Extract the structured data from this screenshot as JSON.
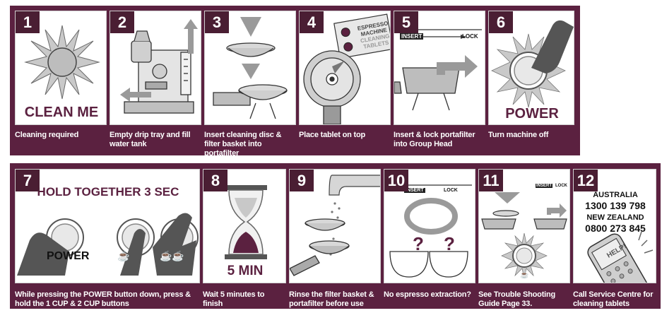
{
  "steps": [
    {
      "num": "1",
      "caption": "Cleaning required",
      "label": "CLEAN ME"
    },
    {
      "num": "2",
      "caption": "Empty drip tray and fill water tank"
    },
    {
      "num": "3",
      "caption": "Insert cleaning disc & filter basket into portafilter"
    },
    {
      "num": "4",
      "caption": "Place tablet on top",
      "tablet_pack": [
        "ESPRESSO",
        "MACHINE",
        "CLEANING",
        "TABLETS"
      ]
    },
    {
      "num": "5",
      "caption": "Insert & lock portafilter into Group Head",
      "insert": "INSERT",
      "lock": "LOCK"
    },
    {
      "num": "6",
      "caption": "Turn machine off",
      "label": "POWER"
    },
    {
      "num": "7",
      "caption": "While pressing the POWER button down, press & hold the 1 CUP & 2 CUP buttons",
      "label": "HOLD TOGETHER 3 SEC",
      "power": "POWER"
    },
    {
      "num": "8",
      "caption": "Wait 5 minutes to finish",
      "label": "5 MIN"
    },
    {
      "num": "9",
      "caption": "Rinse the filter basket & portafilter before use"
    },
    {
      "num": "10",
      "caption": "No espresso extraction?",
      "insert": "INSERT",
      "lock": "LOCK",
      "question": "?"
    },
    {
      "num": "11",
      "caption": "See Trouble Shooting Guide Page 33.",
      "insert": "INSERT",
      "lock": "LOCK"
    },
    {
      "num": "12",
      "caption": "Call Service Centre for cleaning tablets",
      "country1": "AUSTRALIA",
      "phone1": "1300 139 798",
      "country2": "NEW ZEALAND",
      "phone2": "0800 273 845",
      "help": "HELP!"
    }
  ],
  "colors": {
    "brand": "#5b2140",
    "badge": "#4a1e33",
    "ink": "#222222",
    "grey": "#8a8a8a",
    "light": "#d8d8d8"
  }
}
